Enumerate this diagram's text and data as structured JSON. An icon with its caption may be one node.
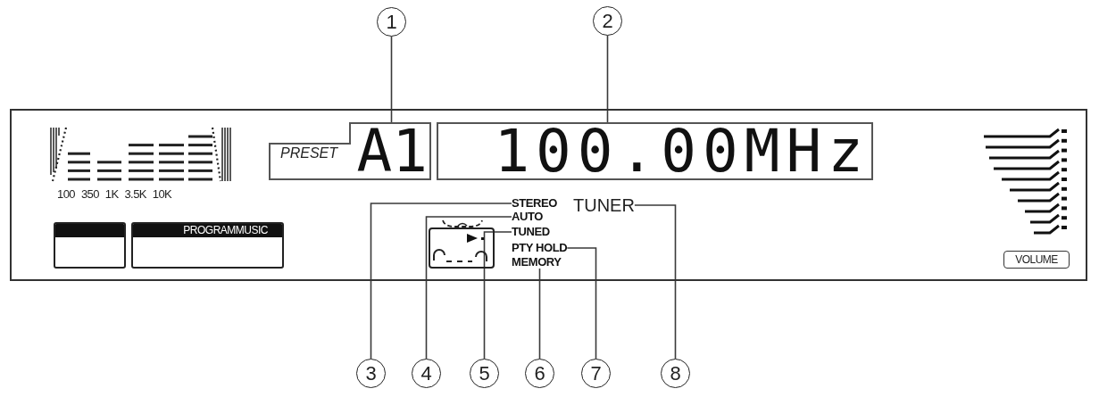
{
  "diagram": {
    "nodes": [
      {
        "text": [
          "1"
        ]
      },
      {
        "text": [
          "2"
        ]
      },
      {
        "text": [],
        "shape": "box"
      },
      {
        "text": [
          "PRESET",
          "A1"
        ],
        "in": 2
      },
      {
        "text": [
          "100.00MHz"
        ],
        "in": 2
      },
      {
        "text": [],
        "shape": "box",
        "in": 2
      },
      {
        "text": [
          "PROGRAMMUSIC"
        ],
        "in": 2
      },
      {
        "text": [
          "STEREO"
        ],
        "in": 2
      },
      {
        "text": [
          "TUNER"
        ],
        "in": 2
      },
      {
        "text": [
          "AUTO"
        ],
        "in": 2
      },
      {
        "text": [
          "TUNED"
        ],
        "in": 2
      },
      {
        "text": [
          "PTY HOLD"
        ],
        "in": 2
      },
      {
        "text": [
          "MEMORY"
        ],
        "in": 2
      },
      {
        "text": [
          "VOLUME"
        ],
        "in": 2
      },
      {
        "text": [
          "3"
        ]
      },
      {
        "text": [
          "4"
        ]
      },
      {
        "text": [
          "5"
        ]
      },
      {
        "text": [
          "6"
        ]
      },
      {
        "text": [
          "7"
        ]
      },
      {
        "text": [
          "8"
        ]
      }
    ],
    "edges": [
      {
        "from": 0,
        "to": 3,
        "arrow": "none"
      },
      {
        "from": 1,
        "to": 4,
        "arrow": "none"
      },
      {
        "from": 14,
        "to": 7,
        "arrow": "none"
      },
      {
        "from": 15,
        "to": 9,
        "arrow": "none"
      },
      {
        "from": 16,
        "to": 10,
        "arrow": "none"
      },
      {
        "from": 17,
        "to": 12,
        "arrow": "none"
      },
      {
        "from": 18,
        "to": 11,
        "arrow": "none"
      },
      {
        "from": 19,
        "to": 8,
        "arrow": "none"
      }
    ],
    "labels": [
      "100",
      "350",
      "1K",
      "3.5K",
      "10K"
    ]
  }
}
